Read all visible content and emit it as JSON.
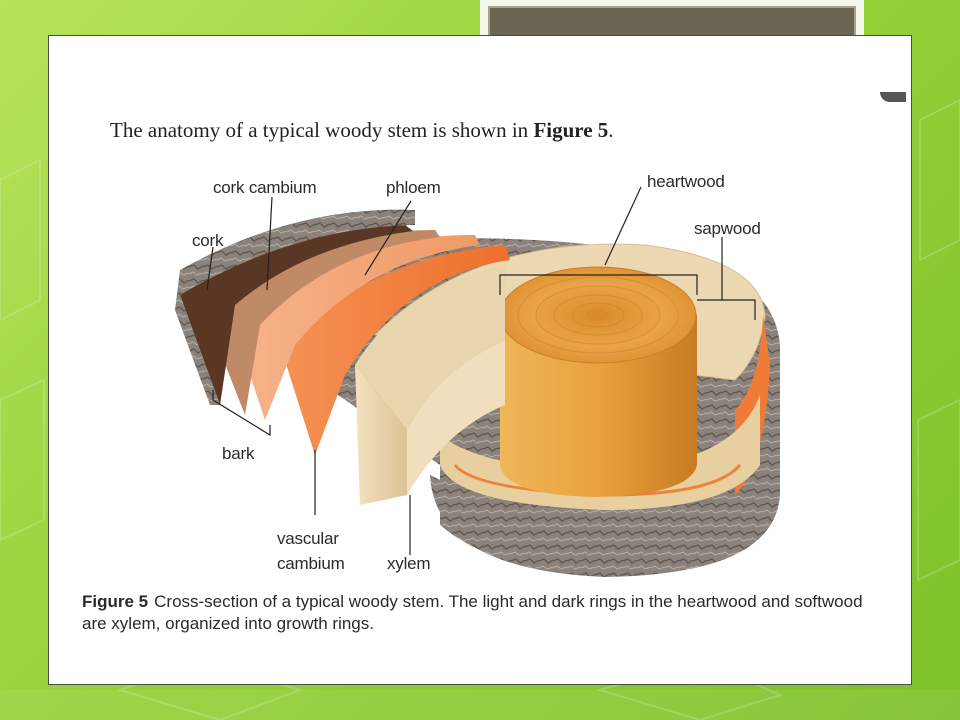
{
  "slide": {
    "intro_prefix": "The anatomy of a typical woody stem is shown in",
    "intro_ref": "Figure 5",
    "intro_suffix": "."
  },
  "labels": {
    "cork_cambium": "cork cambium",
    "phloem": "phloem",
    "heartwood": "heartwood",
    "sapwood": "sapwood",
    "cork": "cork",
    "bark": "bark",
    "vascular": "vascular",
    "cambium": "cambium",
    "xylem": "xylem"
  },
  "caption": {
    "figure_label": "Figure 5",
    "text": "Cross-section of a typical woody stem. The light and dark rings in the heartwood and softwood are xylem, organized into growth rings."
  },
  "colors": {
    "background": "#96d23a",
    "title_placeholder": "#6b6553",
    "bark": "#8a817a",
    "cork": "#5a3524",
    "cork_cambium": "#b07a55",
    "phloem": "#f1a071",
    "vascular_cambium": "#f07a35",
    "sapwood": "#ead7b0",
    "heartwood": "#e7a13b"
  }
}
